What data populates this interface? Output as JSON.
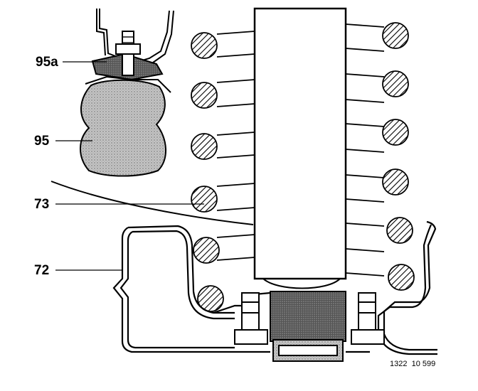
{
  "callouts": [
    {
      "id": "95a",
      "label": "95a"
    },
    {
      "id": "95",
      "label": "95"
    },
    {
      "id": "73",
      "label": "73"
    },
    {
      "id": "72",
      "label": "72"
    }
  ],
  "figure_reference": "1322  10 599",
  "colors": {
    "ink": "#000000",
    "paper": "#ffffff",
    "shade": "#b8b8b8"
  }
}
